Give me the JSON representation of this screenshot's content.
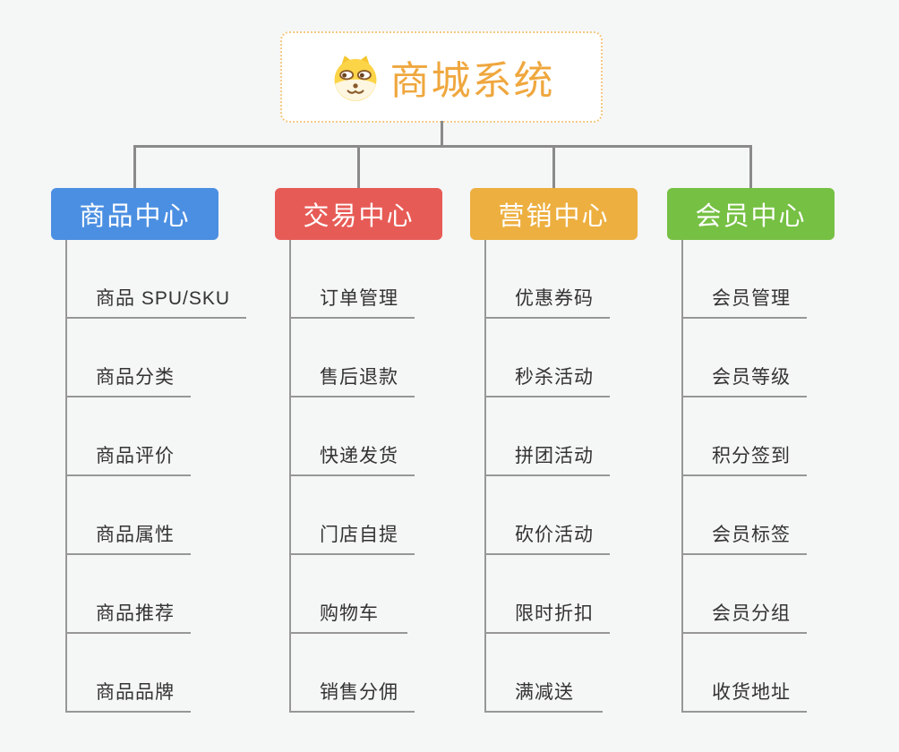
{
  "app": {
    "background": "#f5f6f6",
    "connector_color": "#8a8a8a"
  },
  "root": {
    "title": "商城系统",
    "icon": "doge-face-icon",
    "text_color": "#efa73e",
    "border_color": "#f3c983",
    "background": "#ffffff"
  },
  "branches": [
    {
      "label": "商品中心",
      "color": "#4b8fe2",
      "children": [
        "商品 SPU/SKU",
        "商品分类",
        "商品评价",
        "商品属性",
        "商品推荐",
        "商品品牌"
      ]
    },
    {
      "label": "交易中心",
      "color": "#e75b56",
      "children": [
        "订单管理",
        "售后退款",
        "快递发货",
        "门店自提",
        "购物车",
        "销售分佣"
      ]
    },
    {
      "label": "营销中心",
      "color": "#edaf40",
      "children": [
        "优惠券码",
        "秒杀活动",
        "拼团活动",
        "砍价活动",
        "限时折扣",
        "满减送"
      ]
    },
    {
      "label": "会员中心",
      "color": "#76c043",
      "children": [
        "会员管理",
        "会员等级",
        "积分签到",
        "会员标签",
        "会员分组",
        "收货地址"
      ]
    }
  ]
}
